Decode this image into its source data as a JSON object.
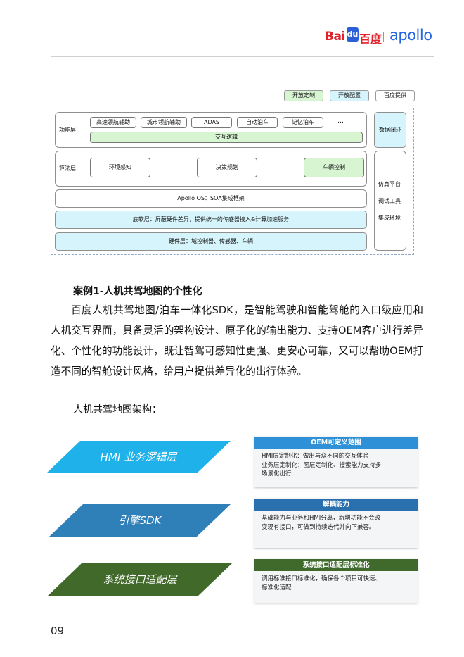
{
  "header": {
    "logo_bai": "Bai",
    "logo_du": "du",
    "logo_cn": "百度",
    "logo_apollo": "apollo"
  },
  "arch": {
    "legend": [
      "开放定制",
      "开放配置",
      "百度提供"
    ],
    "function_layer": {
      "label": "功能层:",
      "items": [
        "高速领航辅助",
        "城市领航辅助",
        "ADAS",
        "自动泊车",
        "记忆泊车",
        "…"
      ],
      "bar": "交互逻辑"
    },
    "algorithm_layer": {
      "label": "算法层:",
      "items": [
        "环境感知",
        "决策规划",
        "车辆控制"
      ]
    },
    "os_layer": "Apollo OS：SOA集成框架",
    "firmware_layer": "底软层：屏蔽硬件差异，提供统一的传感器接入&计算加速服务",
    "hardware_layer": "硬件层：域控制器、传感器、车辆",
    "side_top": "数据闭环",
    "side_bottom": [
      "仿真平台",
      "调试工具",
      "集成环境"
    ]
  },
  "case": {
    "title": "案例1-人机共驾地图的个性化",
    "paragraph": "百度人机共驾地图/泊车一体化SDK，是智能驾驶和智能驾舱的入口级应用和人机交互界面，具备灵活的架构设计、原子化的输出能力、支持OEM客户进行差异化、个性化的功能设计，既让智驾可感知性更强、更安心可靠，又可以帮助OEM打造不同的智舱设计风格，给用户提供差异化的出行体验。",
    "subhead": "人机共驾地图架构："
  },
  "layers": [
    {
      "name": "HMI 业务逻辑层",
      "color": "#1fb1ea",
      "card_title": "OEM可定义范围",
      "card_color": "#2e90d6",
      "card_lines": [
        "HMI层定制化：做出与众不同的交互体验",
        "业务层定制化：图层定制化、搜索能力支持多",
        "场景化出行"
      ]
    },
    {
      "name": "引擎SDK",
      "color": "#2f7fb8",
      "card_title": "解耦能力",
      "card_color": "#2a6fae",
      "card_lines": [
        "基础能力与业务和HMI分离，新增功能不会改",
        "变现有接口，可做到持续迭代并向下兼容。"
      ]
    },
    {
      "name": "系统接口适配层",
      "color": "#41692a",
      "card_title": "系统接口适配层标准化",
      "card_color": "#3f6a2c",
      "card_lines": [
        "调用标准接口标准化，确保各个项目可快速、",
        "标准化适配"
      ]
    }
  ],
  "page_number": "09"
}
